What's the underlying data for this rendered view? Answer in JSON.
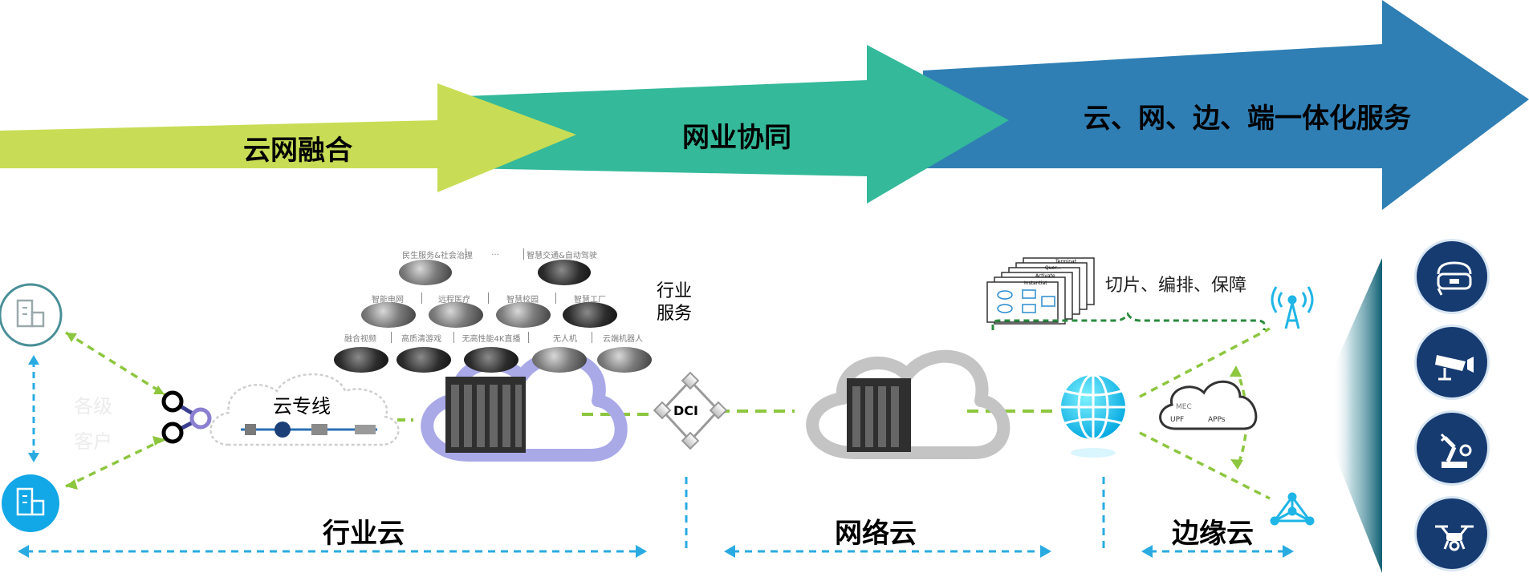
{
  "stages": [
    {
      "label": "云网融合",
      "color": "#c8dd55"
    },
    {
      "label": "网业协同",
      "color": "#34b99a"
    },
    {
      "label": "云、网、边、端一体化服务",
      "color": "#2f7fb4"
    }
  ],
  "industry_apps": {
    "row1": [
      "民生服务&社会治理",
      "...",
      "智慧交通&自动驾驶"
    ],
    "row2": [
      "智能电网",
      "远程医疗",
      "智慧校园",
      "智慧工厂"
    ],
    "row3": [
      "融合视频",
      "高质清游戏",
      "无高性能4K直播",
      "无人机",
      "云端机器人"
    ]
  },
  "industry_services_label": "行业\n服务",
  "customers_label": "各级\n客户",
  "private_line_label": "云专线",
  "dci_label": "DCI",
  "orchestration_label": "切片、编排、保障",
  "doc_stack_labels": [
    "Terminat",
    "Quer...",
    "Activate",
    "Instantiat"
  ],
  "edge_cloud_items": {
    "mec": "MEC",
    "upf": "UPF",
    "apps": "APPs"
  },
  "sections": {
    "industry_cloud": "行业云",
    "network_cloud": "网络云",
    "edge_cloud": "边缘云"
  },
  "terminal_icons": [
    "vr-headset-icon",
    "surveillance-camera-icon",
    "robot-arm-icon",
    "drone-icon"
  ],
  "colors": {
    "dash_green": "#8dc63f",
    "dash_blue": "#29abe2",
    "dark_green": "#2a8a3e",
    "icon_navy": "#163b71"
  }
}
